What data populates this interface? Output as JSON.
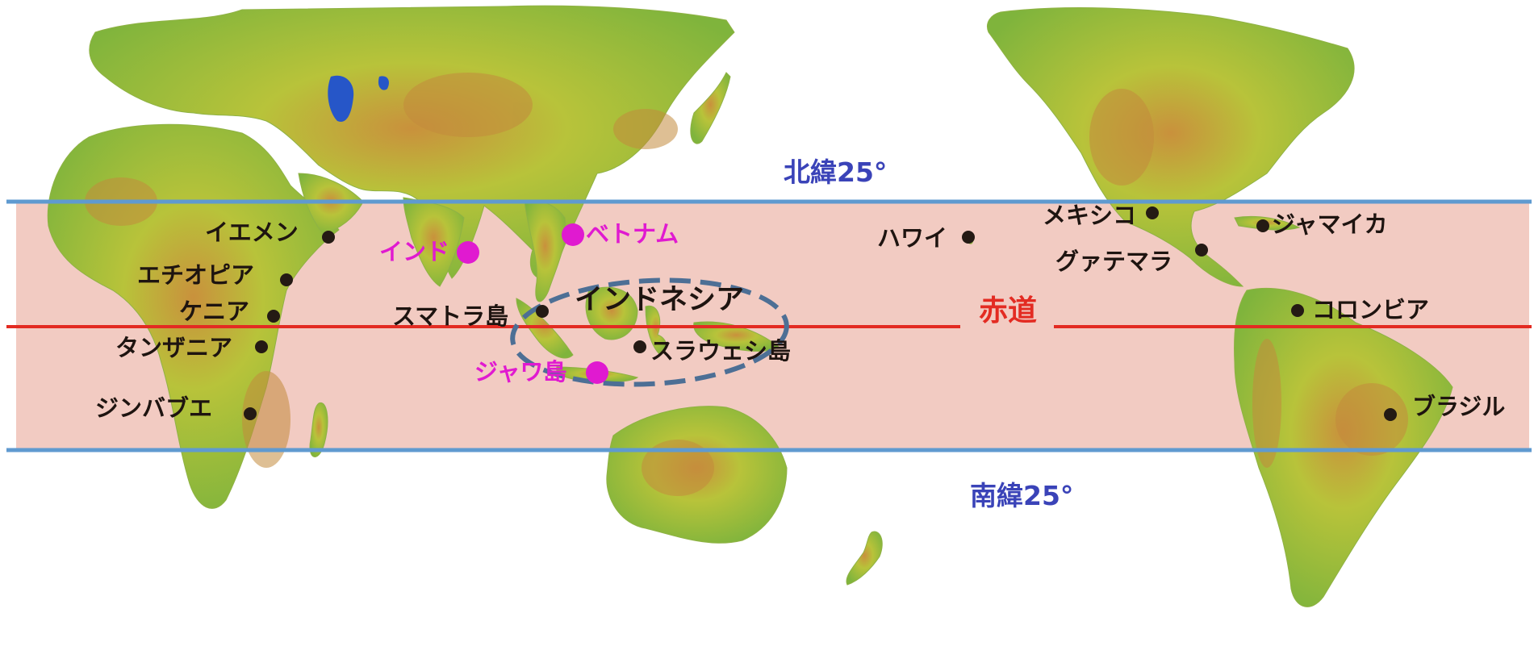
{
  "colors": {
    "ocean": "#ffffff",
    "tropic_band": "#f2cbc2",
    "tropic_line": "#5f9ad0",
    "equator": "#e32b22",
    "land_low": "#7fb43c",
    "land_mid": "#b8c33a",
    "land_high": "#c9913c",
    "lake": "#2656c8",
    "highlight": "#e01ad0",
    "lat_label": "#3a43b8",
    "indonesia_outline": "#4d6f95"
  },
  "latitude_lines": {
    "north_label": "北緯25°",
    "south_label": "南緯25°",
    "equator_label": "赤道"
  },
  "region_label": "インドネシア",
  "places": [
    {
      "name": "イエメン",
      "highlight": false
    },
    {
      "name": "エチオピア",
      "highlight": false
    },
    {
      "name": "ケニア",
      "highlight": false
    },
    {
      "name": "タンザニア",
      "highlight": false
    },
    {
      "name": "ジンバブエ",
      "highlight": false
    },
    {
      "name": "インド",
      "highlight": true
    },
    {
      "name": "ベトナム",
      "highlight": true
    },
    {
      "name": "スマトラ島",
      "highlight": false
    },
    {
      "name": "ジャワ島",
      "highlight": true
    },
    {
      "name": "スラウェシ島",
      "highlight": false
    },
    {
      "name": "ハワイ",
      "highlight": false
    },
    {
      "name": "メキシコ",
      "highlight": false
    },
    {
      "name": "グァテマラ",
      "highlight": false
    },
    {
      "name": "ジャマイカ",
      "highlight": false
    },
    {
      "name": "コロンビア",
      "highlight": false
    },
    {
      "name": "ブラジル",
      "highlight": false
    }
  ]
}
